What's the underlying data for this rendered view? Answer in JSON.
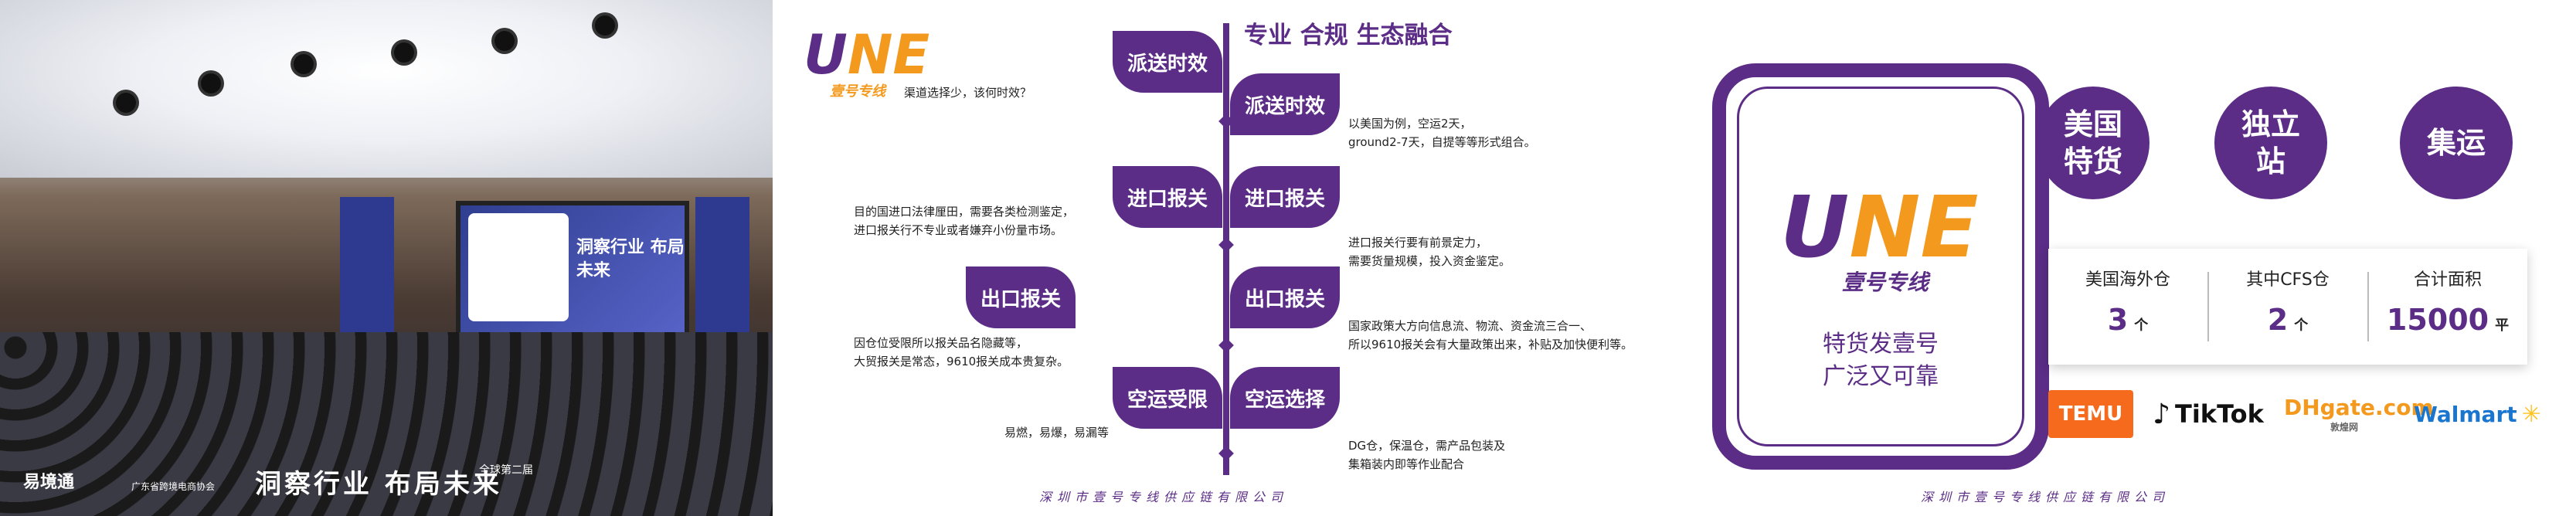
{
  "photo": {
    "screen_title": "洞察行业 布局未来",
    "caption": "洞察行业  布局未来",
    "caption_small": "全球第二届",
    "logo_left": "易境通",
    "logo_right": "广东省跨境电商协会"
  },
  "timeline": {
    "logo_mark_purple": "U",
    "logo_mark_orange": "NE",
    "logo_sub": "壹号专线",
    "slogan": "专业 合规 生态融合",
    "items": [
      {
        "label": "派送时效",
        "desc": "渠道选择少，该何时效？"
      },
      {
        "label": "派送时效",
        "desc": "以美国为例，空运2天，\nground2-7天，自提等等形式组合。"
      },
      {
        "label": "进口报关",
        "desc": "目的国进口法律厘田，需要各类检测鉴定，\n进口报关行不专业或者嫌弃小份量市场。"
      },
      {
        "label": "进口报关",
        "desc": "进口报关行要有前景定力，\n需要货量规模，投入资金鉴定。"
      },
      {
        "label": "出口报关",
        "desc": "因仓位受限所以报关品名隐藏等，\n大贸报关是常态，9610报关成本贵复杂。"
      },
      {
        "label": "出口报关",
        "desc": "国家政策大方向信息流、物流、资金流三合一、\n所以9610报关会有大量政策出来，补贴及加快便利等。"
      },
      {
        "label": "空运受限",
        "desc": "易燃，易爆，易漏等"
      },
      {
        "label": "空运选择",
        "desc": "DG仓，保温仓，需产品包装及\n集箱装内即等作业配合"
      }
    ],
    "footer": "深圳市壹号专线供应链有限公司"
  },
  "brand": {
    "card_tag_1": "特货发壹号",
    "card_tag_2": "广泛又可靠",
    "circles": [
      "美国\n特货",
      "独立\n站",
      "集运"
    ],
    "stats": [
      {
        "label": "美国海外仓",
        "value": "3",
        "unit": "个"
      },
      {
        "label": "其中CFS仓",
        "value": "2",
        "unit": "个"
      },
      {
        "label": "合计面积",
        "value": "15000",
        "unit": "平"
      }
    ],
    "platforms": [
      "TEMU",
      "TikTok",
      "DHgate.com",
      "Walmart"
    ],
    "platform_sub": "敦煌网",
    "footer": "深圳市壹号专线供应链有限公司",
    "colors": {
      "brand_purple": "#5b2d86",
      "brand_orange": "#f39a1e"
    }
  }
}
